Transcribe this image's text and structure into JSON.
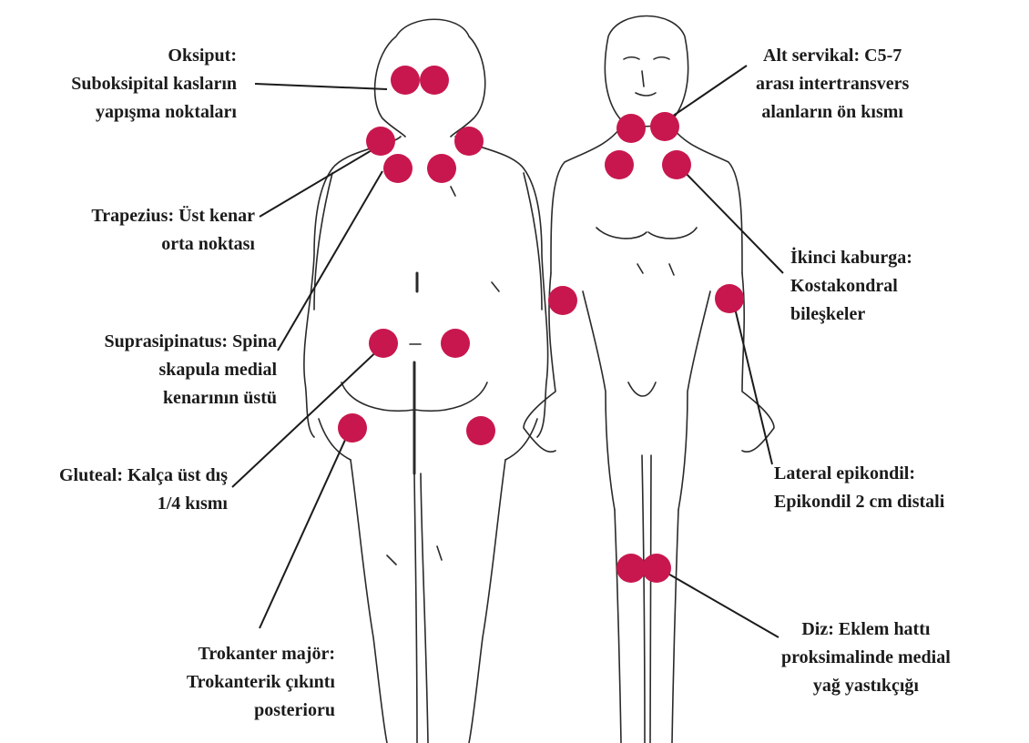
{
  "labels": {
    "oksiput": {
      "l1": "Oksiput:",
      "l2": "Suboksipital kasların",
      "l3": "yapışma noktaları"
    },
    "trapezius": {
      "l1": "Trapezius: Üst kenar",
      "l2": "orta noktası"
    },
    "suprasipinatus": {
      "l1": "Suprasipinatus: Spina",
      "l2": "skapula medial",
      "l3": "kenarının üstü"
    },
    "gluteal": {
      "l1": "Gluteal: Kalça üst dış",
      "l2": "1/4 kısmı"
    },
    "trokanter": {
      "l1": "Trokanter majör:",
      "l2": "Trokanterik çıkıntı",
      "l3": "posterioru"
    },
    "alt_servikal": {
      "l1": "Alt servikal: C5-7",
      "l2": "arası intertransvers",
      "l3": "alanların ön kısmı"
    },
    "ikinci_kaburga": {
      "l1": "İkinci kaburga:",
      "l2": "Kostakondral",
      "l3": "bileşkeler"
    },
    "lateral_epikondil": {
      "l1": "Lateral epikondil:",
      "l2": "Epikondil 2 cm distali"
    },
    "diz": {
      "l1": "Diz: Eklem hattı",
      "l2": "proksimalinde medial",
      "l3": "yağ yastıkçığı"
    }
  },
  "colors": {
    "tender_point": "#c8174e",
    "line": "#2a2a2a",
    "text": "#1b1b1b"
  }
}
